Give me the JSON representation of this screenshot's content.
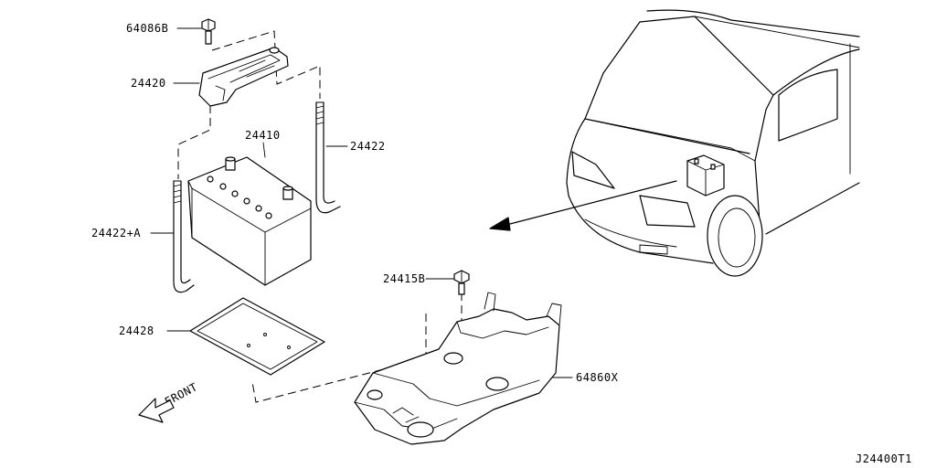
{
  "labels": {
    "clamp_bolt": "64086B",
    "battery_frame": "24420",
    "battery": "24410",
    "rod_right": "24422",
    "rod_left": "24422+A",
    "battery_tray_pad": "24428",
    "tray_bolt": "24415B",
    "support_bracket": "64860X",
    "front_marker": "FRONT",
    "diagram_code": "J24400T1"
  }
}
